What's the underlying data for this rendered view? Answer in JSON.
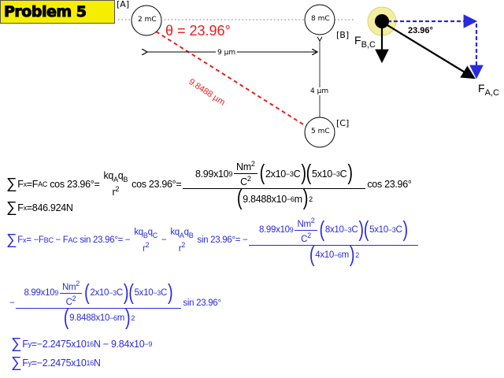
{
  "title": "Problem 5",
  "diagram": {
    "label_a": "[A]",
    "label_b": "[B]",
    "label_c": "[C]",
    "charge_a": "2 mC",
    "charge_b": "8 mC",
    "charge_c": "5 mC",
    "theta": "θ = 23.96°",
    "dx": "9 µm",
    "dy": "4 µm",
    "distance_ac": "9.8488 µm",
    "colors": {
      "distance": "#ee1c1c",
      "components": "#2a2ae0",
      "highlight": "#f4efa0"
    }
  },
  "force_diagram": {
    "angle": "23.96°",
    "fbc": {
      "f": "F",
      "sub": "B,C"
    },
    "fac": {
      "f": "F",
      "sub": "A,C"
    }
  },
  "equations": {
    "sum": "∑",
    "F": "F",
    "x": "x",
    "y": "y",
    "eq": " = ",
    "cos": "cos 23.96°",
    "sin": "sin 23.96°",
    "kq": "kq",
    "q": "q",
    "A": "A",
    "B": "B",
    "C": "C",
    "r": "r",
    "two": "2",
    "k_const": "8.99x10",
    "nine": "9",
    "Nm": "Nm",
    "C2": "C",
    "ten": "x10",
    "neg3": "−3",
    "neg6": "−6",
    "Cunit": "C",
    "m": "m",
    "q_a": "2",
    "q_b": "8",
    "q_c": "5",
    "r_ac": "9.8488",
    "r_bc": "4",
    "AC": "AC",
    "BC": "BC",
    "minus": "−",
    "eq_minus": " = −",
    "fx_result": "846.924N",
    "fy_line1": "−2.2475x10",
    "fy_exp": "16",
    "fy_line1_rest": "N − 9.84x10",
    "fy_line1_exp": "−9",
    "fy_final": "−2.2475x10",
    "fy_final_unit": "N"
  }
}
